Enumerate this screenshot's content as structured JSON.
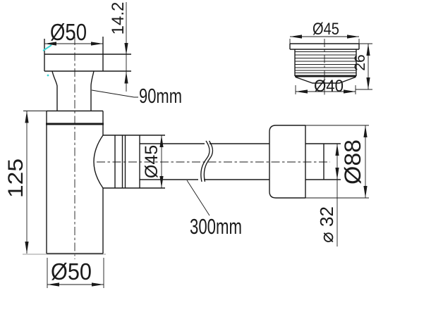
{
  "drawing": {
    "kind": "technical-drawing",
    "part": "bottle-trap-drain-assembly",
    "colors": {
      "line": "#1a1a1a",
      "accent_mark": "#3fd6d6",
      "ext_gray": "#9a9a9a",
      "background": "#ffffff"
    },
    "trap_view": {
      "cap_diameter": "Ø50",
      "cap_height": "14.2",
      "tailpiece_note": "90mm",
      "body_height": "125",
      "base_diameter": "Ø50",
      "outlet_nut_diameter": "Ø45",
      "pipe_length_note": "300mm",
      "wall_flange_diameter": "Ø88",
      "pipe_diameter": "⌀ 32"
    },
    "fitting_view": {
      "top_diameter": "Ø45",
      "bottom_diameter": "Ø40",
      "height": "26"
    }
  }
}
